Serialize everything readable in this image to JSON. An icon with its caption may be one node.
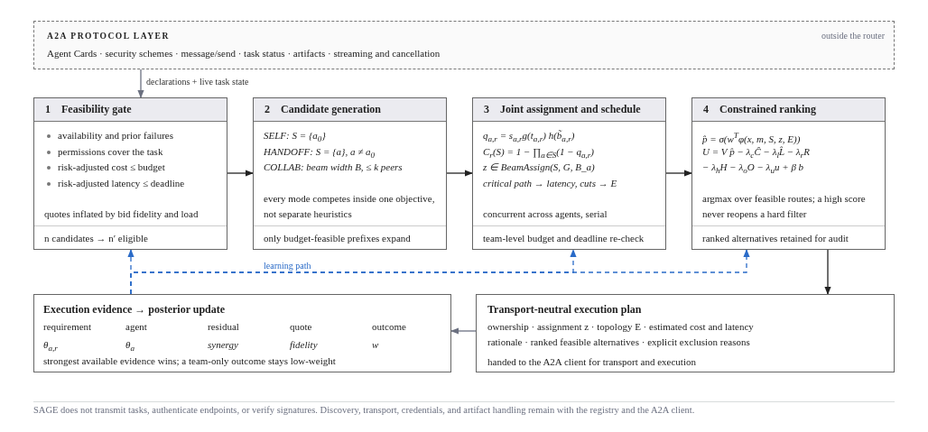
{
  "diagram": {
    "nodes": [
      {
        "text": [
          "A2A PROTOCOL LAYER",
          "Agent Cards · security schemes · message/send · task status · artifacts · streaming and cancellation",
          "outside the router"
        ]
      },
      {
        "text": [
          "1",
          "Feasibility gate",
          "availability and prior failures",
          "permissions cover the task",
          "risk-adjusted cost ≤ budget",
          "risk-adjusted latency ≤ deadline",
          "quotes inflated by bid fidelity and load",
          "n candidates → n′ eligible"
        ]
      },
      {
        "text": [
          "2",
          "Candidate generation",
          "SELF: S = {a$_{0}$}",
          "HANDOFF: S = {a}, a ≠ a$_{0}$",
          "COLLAB: beam width B, ≤ k peers",
          "every mode competes inside one objective, not separate heuristics",
          "only budget-feasible prefixes expand"
        ]
      },
      {
        "text": [
          "3",
          "Joint assignment and schedule",
          "q$_{a,r}$ = s$_{a,r}$g(t$_{a,r}$) h(b̃$_{a,r}$)",
          "C$_{r}$(S) = 1 − ∏$_{a∈S}$(1 − q$_{a,r}$)",
          "z ∈ BeamAssign(S, G, B_a)",
          "critical path → latency, cuts → E",
          "concurrent across agents, serial",
          "team-level budget and deadline re-check"
        ]
      },
      {
        "text": [
          "4",
          "Constrained ranking",
          "p̂ = σ(w$^{T}$φ(x, m, S, z, E))",
          "U = V p̂ − λ$_{c}$Ĉ − λ$_{l}$L̂ − λ$_{r}$R",
          "− λ$_{h}$H − λ$_{o}$O − λ$_{u}$u + β b",
          "argmax over feasible routes; a high score never reopens a hard filter",
          "ranked alternatives retained for audit"
        ]
      },
      {
        "text": [
          "Execution evidence → posterior update",
          "requirement",
          "agent",
          "residual",
          "quote",
          "outcome",
          "θ$_{a,r}$",
          "θ$_{a}$",
          "synergy",
          "fidelity",
          "w",
          "strongest available evidence wins; a team-only outcome stays low-weight"
        ]
      },
      {
        "text": [
          "Transport-neutral execution plan",
          "ownership · assignment z · topology E · estimated cost and latency",
          "rationale · ranked feasible alternatives · explicit exclusion reasons",
          "handed to the A2A client for transport and execution"
        ]
      }
    ],
    "edges": [
      {
        "from": 0,
        "to": 1,
        "arrow": "to",
        "label": "declarations + live task state",
        "color": "#6b7080"
      },
      {
        "from": 1,
        "to": 2,
        "arrow": "to"
      },
      {
        "from": 2,
        "to": 3,
        "arrow": "to"
      },
      {
        "from": 3,
        "to": 4,
        "arrow": "to"
      },
      {
        "from": 4,
        "to": 6,
        "arrow": "to"
      },
      {
        "from": 6,
        "to": 5,
        "arrow": "to",
        "color": "#6b7080"
      },
      {
        "from": 5,
        "to": 1,
        "arrow": "to",
        "style": "dashed",
        "color": "#2a6bc8"
      },
      {
        "from": 5,
        "to": 3,
        "arrow": "to",
        "style": "dashed",
        "color": "#2a6bc8",
        "label": "learning path"
      },
      {
        "from": 5,
        "to": 4,
        "arrow": "to",
        "style": "dashed",
        "color": "#2a6bc8"
      }
    ],
    "labels": [
      "SAGE does not transmit tasks, authenticate endpoints, or verify signatures. Discovery, transport, credentials, and artifact handling remain with the registry and the A2A client."
    ]
  }
}
